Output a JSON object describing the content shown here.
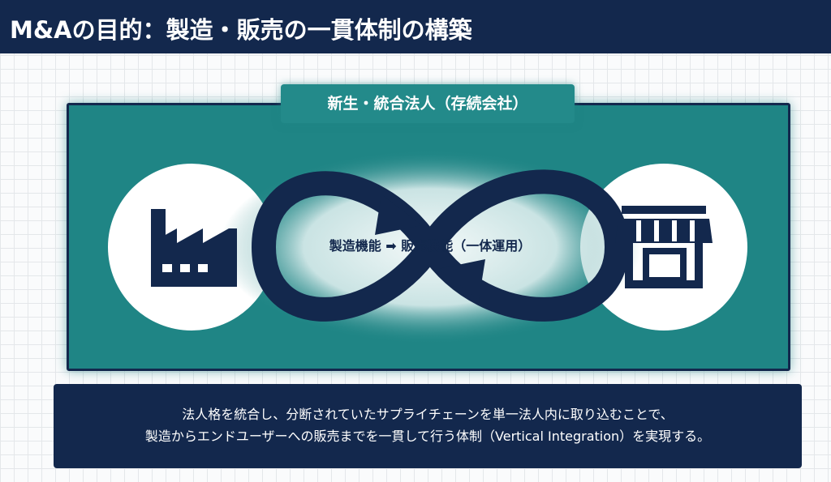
{
  "header": {
    "title": "M&Aの目的：製造・販売の一貫体制の構築"
  },
  "panel": {
    "label": "新生・統合法人（存続会社）",
    "center_text": "製造機能 ➡ 販売機能（一体運用）",
    "left_icon": "factory-icon",
    "right_icon": "store-icon"
  },
  "summary": {
    "line1": "法人格を統合し、分断されていたサプライチェーンを単一法人内に取り込むことで、",
    "line2": "製造からエンドユーザーへの販売までを一貫して行う体制（Vertical Integration）を実現する。"
  },
  "colors": {
    "navy": "#13284d",
    "teal": "#1f8585"
  }
}
